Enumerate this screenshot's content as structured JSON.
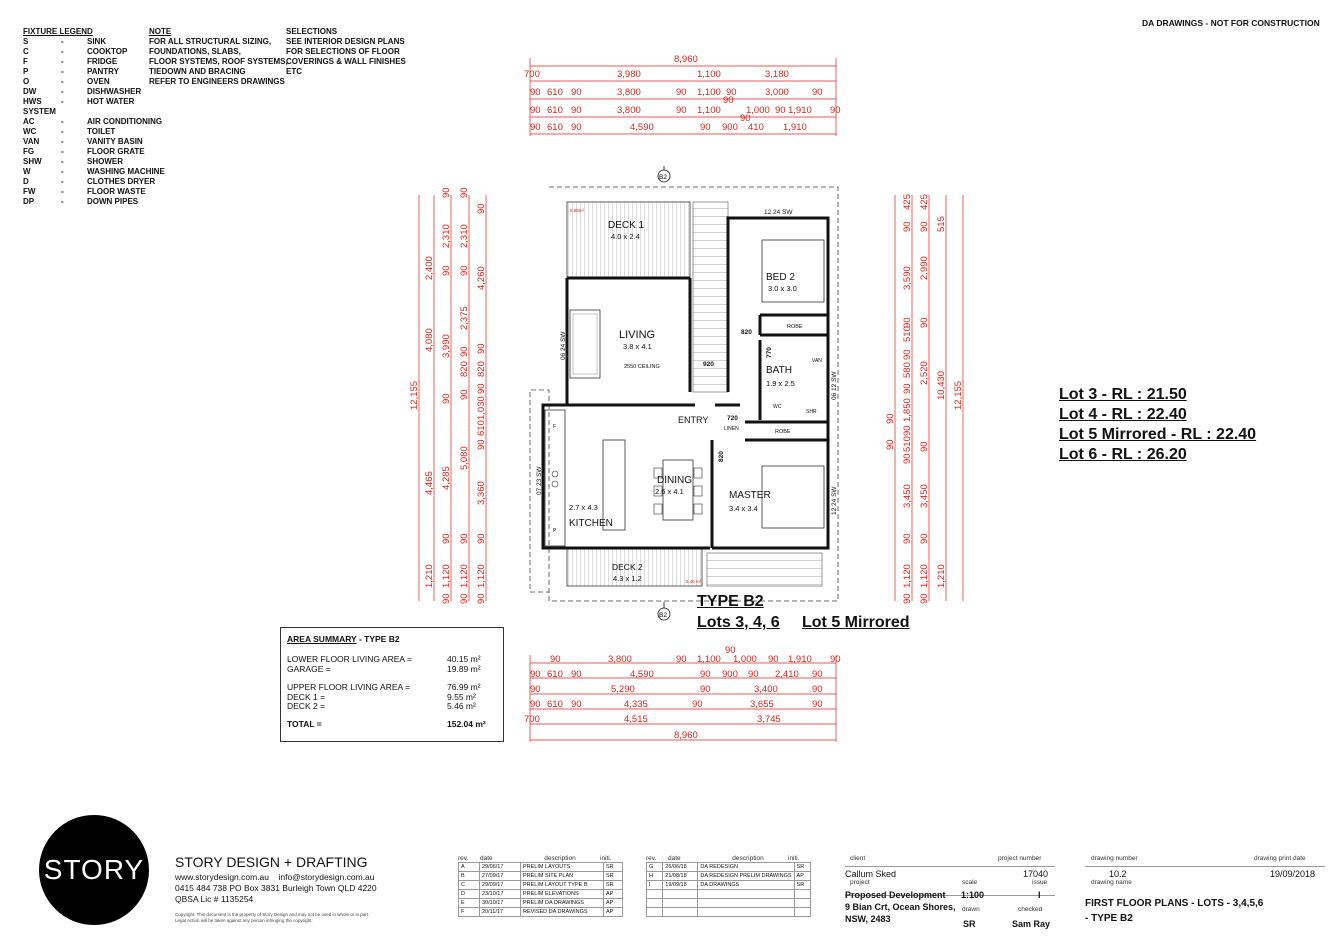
{
  "header": {
    "note_right": "DA DRAWINGS - NOT FOR CONSTRUCTION"
  },
  "legend": {
    "title": "FIXTURE LEGEND",
    "items": [
      {
        "code": "S",
        "sep": "-",
        "label": "SINK"
      },
      {
        "code": "C",
        "sep": "-",
        "label": "COOKTOP"
      },
      {
        "code": "F",
        "sep": "-",
        "label": "FRIDGE"
      },
      {
        "code": "P",
        "sep": "-",
        "label": "PANTRY"
      },
      {
        "code": "O",
        "sep": "-",
        "label": "OVEN"
      },
      {
        "code": "DW",
        "sep": "-",
        "label": "DISHWASHER"
      },
      {
        "code": "HWS",
        "sep": "-",
        "label": "HOT WATER"
      },
      {
        "code": "SYSTEM",
        "sep": "",
        "label": ""
      },
      {
        "code": "AC",
        "sep": "-",
        "label": "AIR CONDITIONING"
      },
      {
        "code": "WC",
        "sep": "-",
        "label": "TOILET"
      },
      {
        "code": "VAN",
        "sep": "-",
        "label": "VANITY BASIN"
      },
      {
        "code": "FG",
        "sep": "-",
        "label": "FLOOR GRATE"
      },
      {
        "code": "SHW",
        "sep": "-",
        "label": "SHOWER"
      },
      {
        "code": "W",
        "sep": "-",
        "label": "WASHING MACHINE"
      },
      {
        "code": "D",
        "sep": "-",
        "label": "CLOTHES DRYER"
      },
      {
        "code": "FW",
        "sep": "-",
        "label": "FLOOR WASTE"
      },
      {
        "code": "DP",
        "sep": "-",
        "label": "DOWN PIPES"
      }
    ]
  },
  "note": {
    "title": "NOTE",
    "lines": [
      "FOR ALL STRUCTURAL SIZING,",
      "FOUNDATIONS, SLABS,",
      "FLOOR SYSTEMS, ROOF SYSTEMS,",
      "TIEDOWN AND BRACING",
      "REFER TO ENGINEERS DRAWINGS"
    ]
  },
  "selections": {
    "title": "SELECTIONS",
    "lines": [
      "SEE INTERIOR DESIGN PLANS",
      "FOR SELECTIONS OF FLOOR",
      "COVERINGS & WALL FINISHES",
      "ETC"
    ]
  },
  "dims_top": {
    "total": "8,960",
    "row1": [
      "700",
      "3,980",
      "1,100",
      "3,180"
    ],
    "row2": [
      "90",
      "610",
      "90",
      "3,800",
      "90",
      "1,100",
      "90",
      "3,000",
      "90"
    ],
    "row3": [
      "90",
      "610",
      "90",
      "3,800",
      "90",
      "1,100",
      "1,000",
      "90",
      "1,910",
      "90"
    ],
    "row3b": "90",
    "row4": [
      "90",
      "610",
      "90",
      "4,590",
      "90",
      "900",
      "410",
      "1,910"
    ],
    "row4b": "90"
  },
  "dims_bottom": {
    "total": "8,960",
    "row1": [
      "90",
      "3,800",
      "90",
      "1,100",
      "1,000",
      "90",
      "1,910",
      "90"
    ],
    "row1b": "90",
    "row2": [
      "90",
      "610",
      "90",
      "4,590",
      "90",
      "900",
      "90",
      "2,410",
      "90"
    ],
    "row3": [
      "90",
      "5,290",
      "90",
      "3,400",
      "90"
    ],
    "row4": [
      "90",
      "610",
      "90",
      "4,335",
      "90",
      "3,655",
      "90"
    ],
    "row5": [
      "700",
      "4,515",
      "3,745"
    ]
  },
  "dims_left": {
    "total": "12,155",
    "col1": [
      "2,400",
      "4,080",
      "4,465",
      "1,210"
    ],
    "col2": [
      "90",
      "2,310",
      "90",
      "3,990",
      "90",
      "4,285",
      "90",
      "1,120",
      "90"
    ],
    "col3": [
      "90",
      "2,310",
      "90",
      "2,375",
      "90",
      "820",
      "90",
      "5,080",
      "90",
      "1,120",
      "90"
    ],
    "col4": [
      "90",
      "4,260",
      "90",
      "820",
      "90",
      "1,030",
      "610",
      "90",
      "3,360",
      "90",
      "1,120",
      "90"
    ]
  },
  "dims_right": {
    "total": "12,155",
    "col1": [
      "515",
      "10,430",
      "1,210"
    ],
    "col2": [
      "425",
      "90",
      "2,990",
      "90",
      "2,520",
      "90",
      "3,450",
      "90",
      "1,120",
      "90"
    ],
    "col3": [
      "425",
      "90",
      "3,590",
      "90",
      "510",
      "90",
      "580",
      "90",
      "1,850",
      "90",
      "510",
      "90",
      "3,450",
      "90",
      "1,120",
      "90"
    ],
    "col4": [
      "90",
      "90"
    ]
  },
  "rooms": {
    "deck1": {
      "name": "DECK 1",
      "size": "4.0 x 2.4"
    },
    "living": {
      "name": "LIVING",
      "size": "3.8 x 4.1",
      "note": "2550 CEILING"
    },
    "bed2": {
      "name": "BED 2",
      "size": "3.0 x 3.0"
    },
    "bath": {
      "name": "BATH",
      "size": "1.9 x 2.5"
    },
    "entry": {
      "name": "ENTRY"
    },
    "dining": {
      "name": "DINING",
      "size": "2.6 x 4.1"
    },
    "master": {
      "name": "MASTER",
      "size": "3.4 x 3.4"
    },
    "kitchen": {
      "name": "KITCHEN",
      "size": "2.7 x 4.3"
    },
    "deck2": {
      "name": "DECK 2",
      "size": "4.3 x 1.2"
    },
    "robe1": "ROBE",
    "robe2": "ROBE",
    "linen": "LINEN",
    "van": "VAN",
    "wc": "WC",
    "shr": "SHR",
    "fridge": "F",
    "pantry": "P"
  },
  "plan_labels": {
    "window_top": "12 24 SW",
    "window_living": "06 24 SW",
    "window_kitchen": "07 23 SW",
    "window_bath": "06 12 SW",
    "window_master": "12 24 SW",
    "door_820a": "820",
    "door_920": "920",
    "door_770": "770",
    "door_720": "720",
    "door_820b": "820",
    "level_deck1": "5.85m²",
    "level_deck2": "5.46 m²",
    "section_top": "B2",
    "section_bottom": "B2"
  },
  "lots": [
    "Lot 3 - RL : 21.50",
    "Lot 4 - RL : 22.40",
    "Lot 5 Mirrored - RL : 22.40",
    "Lot 6 - RL : 26.20"
  ],
  "type_title": {
    "type": "TYPE B2",
    "lots_a": "Lots 3, 4, 6",
    "lots_b": "Lot 5 Mirrored"
  },
  "area_summary": {
    "title": "AREA SUMMARY",
    "title_suffix": " - TYPE B2",
    "rows": [
      {
        "label": "LOWER FLOOR LIVING AREA =",
        "value": "40.15 m²"
      },
      {
        "label": "GARAGE =",
        "value": "19.89 m²"
      },
      {
        "label": "UPPER FLOOR LIVING AREA =",
        "value": "76.99 m²"
      },
      {
        "label": "DECK 1 =",
        "value": "9.55 m²"
      },
      {
        "label": "DECK 2 =",
        "value": "5.46 m²"
      }
    ],
    "total_label": "TOTAL =",
    "total_value": "152.04 m²"
  },
  "company": {
    "logo": "STORY",
    "name": "STORY DESIGN + DRAFTING",
    "line1a": "www.storydesign.com.au",
    "line1b": "info@storydesign.com.au",
    "line2": "0415 484 738    PO Box 3831 Burleigh Town QLD 4220",
    "line3": "QBSA Lic # 1135254",
    "copyright1": "Copyright: This document is the property of Story Design and may not be used in whole or in part.",
    "copyright2": "Legal Action will be taken against any person infringing the copyright."
  },
  "revisions_a": {
    "headers": [
      "rev.",
      "date",
      "description",
      "initi."
    ],
    "rows": [
      [
        "A",
        "29/06/17",
        "PRELIM LAYOUTS",
        "SR"
      ],
      [
        "B",
        "27/09/17",
        "PRELIM SITE PLAN",
        "SR"
      ],
      [
        "C",
        "29/09/17",
        "PRELIM LAYOUT TYPE B",
        "SR"
      ],
      [
        "D",
        "23/10/17",
        "PRELIM ELEVATIONS",
        "AP"
      ],
      [
        "E",
        "30/10/17",
        "PRELIM DA DRAWINGS",
        "AP"
      ],
      [
        "F",
        "20/11/17",
        "REVISED DA DRAWINGS",
        "AP"
      ]
    ]
  },
  "revisions_b": {
    "headers": [
      "rev.",
      "date",
      "description",
      "initi."
    ],
    "rows": [
      [
        "G",
        "26/06/18",
        "DA REDESIGN",
        "SR"
      ],
      [
        "H",
        "21/08/18",
        "DA REDESIGN PRELIM DRAWINGS",
        "AP"
      ],
      [
        "I",
        "19/09/18",
        "DA DRAWINGS",
        "SR"
      ],
      [
        "",
        "",
        "",
        ""
      ],
      [
        "",
        "",
        "",
        ""
      ],
      [
        "",
        "",
        "",
        ""
      ]
    ]
  },
  "title_block": {
    "client_label": "client",
    "client": "Callum Sked",
    "project_number_label": "project number",
    "project_number": "17040",
    "project_label": "project",
    "project": "Proposed Development",
    "address1": "9 Bian Crt, Ocean Shores,",
    "address2": "NSW, 2483",
    "scale_label": "scale",
    "scale": "1:100",
    "issue_label": "issue",
    "issue": "I",
    "drawn_label": "drawn",
    "drawn": "SR",
    "checked_label": "checked",
    "checked": "Sam Ray",
    "drawing_number_label": "drawing number",
    "drawing_number": "10.2",
    "print_date_label": "drawing print date",
    "print_date": "19/09/2018",
    "drawing_name_label": "drawing name",
    "drawing_name1": "FIRST FLOOR PLANS - LOTS - 3,4,5,6",
    "drawing_name2": "- TYPE B2"
  }
}
